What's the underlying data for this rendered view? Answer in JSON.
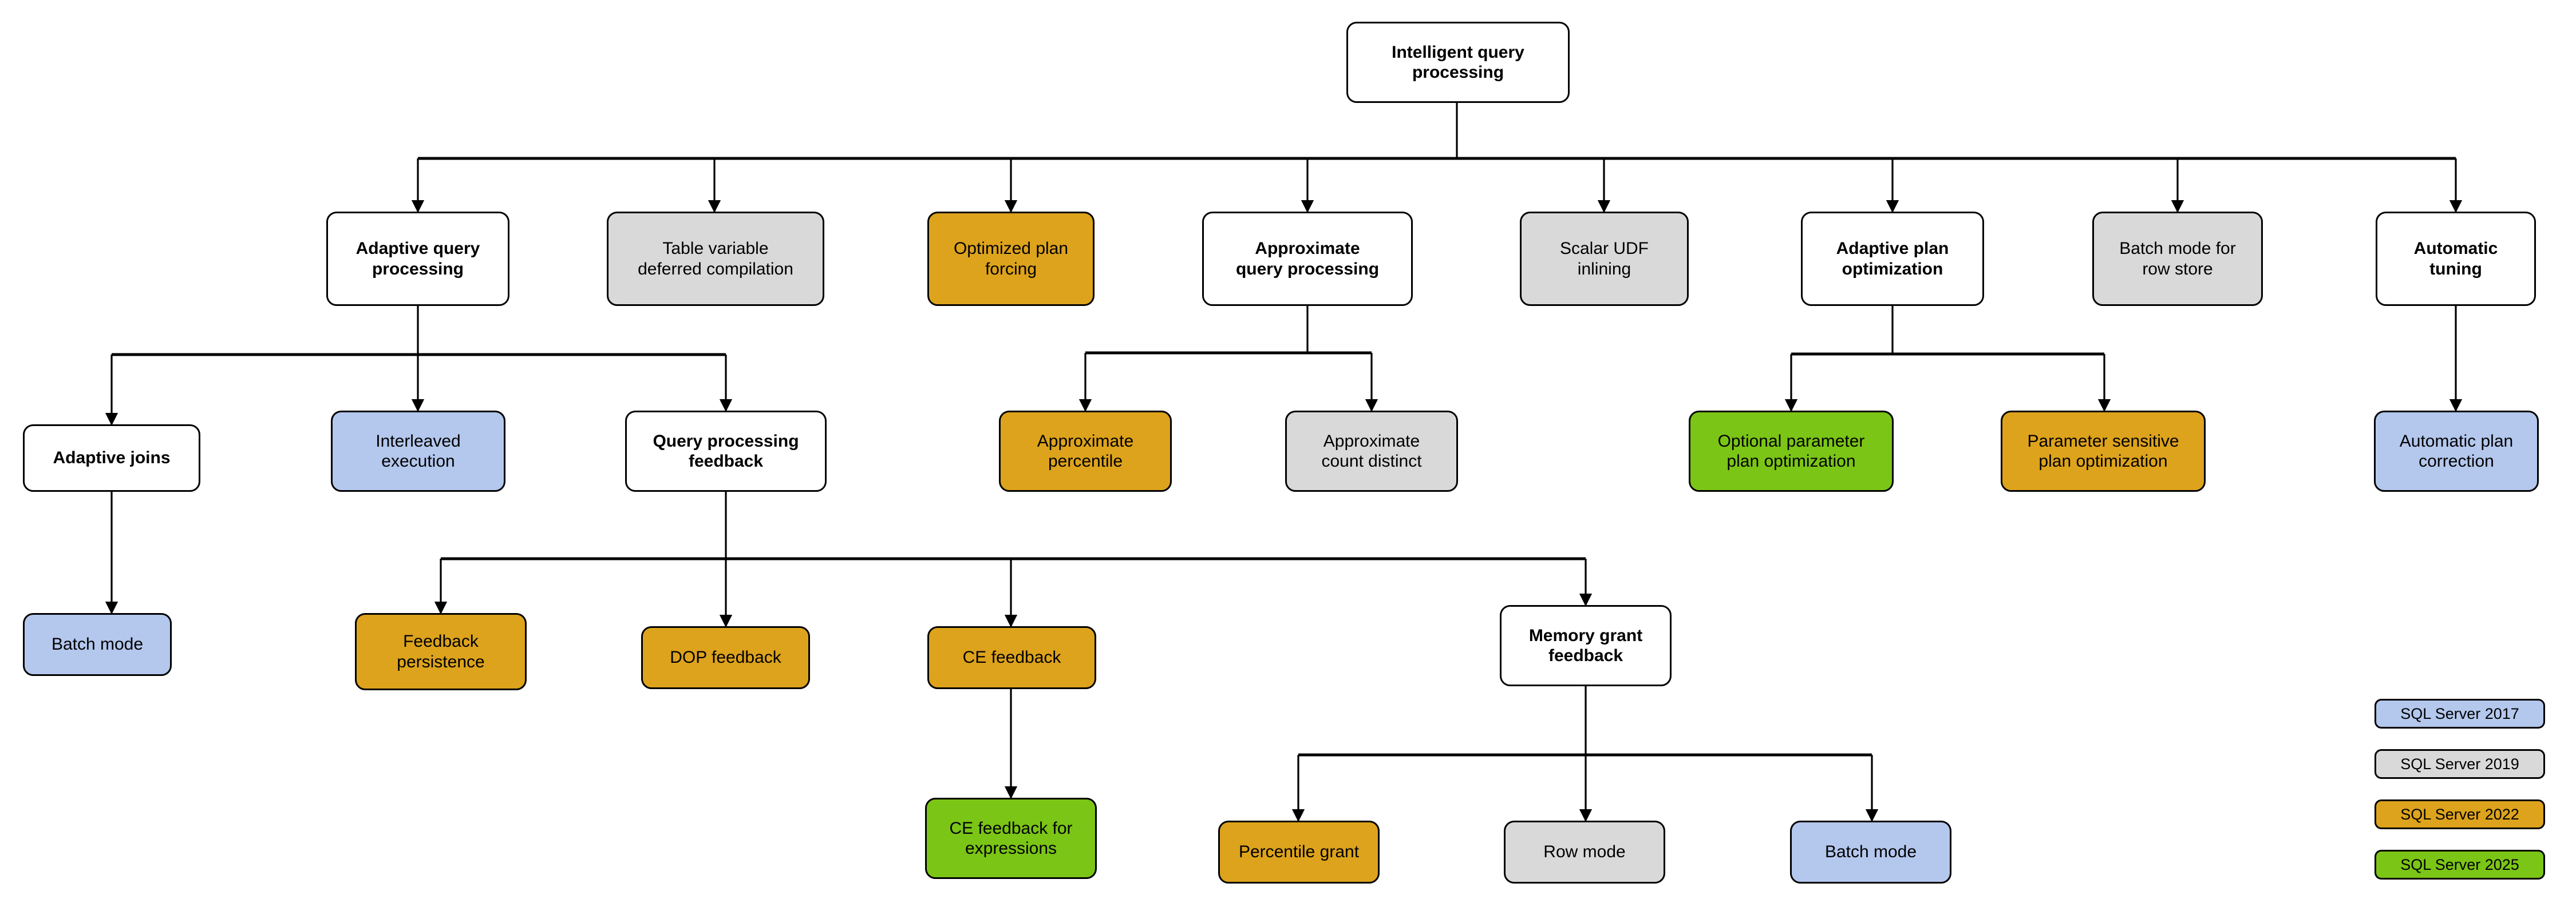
{
  "diagram": {
    "title": "Intelligent query processing",
    "colors": {
      "sql2017": "#b4c7ed",
      "sql2019": "#d9d9d9",
      "sql2022": "#dda31c",
      "sql2025": "#7bc516",
      "neutral": "#ffffff",
      "stroke": "#000000"
    }
  },
  "nodes": {
    "root": {
      "label": "Intelligent query processing",
      "version": "none"
    },
    "adaptive_query_processing": {
      "label": "Adaptive query\nprocessing",
      "version": "none"
    },
    "table_variable_deferred_compilation": {
      "label": "Table variable\ndeferred compilation",
      "version": "sql2019"
    },
    "optimized_plan_forcing": {
      "label": "Optimized plan\nforcing",
      "version": "sql2022"
    },
    "approximate_query_processing": {
      "label": "Approximate\nquery processing",
      "version": "none"
    },
    "scalar_udf_inlining": {
      "label": "Scalar UDF\ninlining",
      "version": "sql2019"
    },
    "adaptive_plan_optimization": {
      "label": "Adaptive plan\noptimization",
      "version": "none"
    },
    "batch_mode_for_row_store": {
      "label": "Batch mode for\nrow store",
      "version": "sql2019"
    },
    "automatic_tuning": {
      "label": "Automatic\ntuning",
      "version": "none"
    },
    "adaptive_joins": {
      "label": "Adaptive joins",
      "version": "none"
    },
    "interleaved_execution": {
      "label": "Interleaved\nexecution",
      "version": "sql2017"
    },
    "query_processing_feedback": {
      "label": "Query processing\nfeedback",
      "version": "none"
    },
    "approximate_percentile": {
      "label": "Approximate\npercentile",
      "version": "sql2022"
    },
    "approximate_count_distinct": {
      "label": "Approximate\ncount distinct",
      "version": "sql2019"
    },
    "optional_parameter_plan_optimization": {
      "label": "Optional parameter\nplan optimization",
      "version": "sql2025"
    },
    "parameter_sensitive_plan_optimization": {
      "label": "Parameter sensitive\nplan optimization",
      "version": "sql2022"
    },
    "automatic_plan_correction": {
      "label": "Automatic plan\ncorrection",
      "version": "sql2017"
    },
    "batch_mode_adaptive_joins": {
      "label": "Batch mode",
      "version": "sql2017"
    },
    "feedback_persistence": {
      "label": "Feedback\npersistence",
      "version": "sql2022"
    },
    "dop_feedback": {
      "label": "DOP feedback",
      "version": "sql2022"
    },
    "ce_feedback": {
      "label": "CE feedback",
      "version": "sql2022"
    },
    "memory_grant_feedback": {
      "label": "Memory grant\nfeedback",
      "version": "none"
    },
    "ce_feedback_for_expressions": {
      "label": "CE feedback for\nexpressions",
      "version": "sql2025"
    },
    "percentile_grant": {
      "label": "Percentile grant",
      "version": "sql2022"
    },
    "row_mode": {
      "label": "Row mode",
      "version": "sql2019"
    },
    "batch_mode_memory_grant": {
      "label": "Batch mode",
      "version": "sql2017"
    }
  },
  "legend": {
    "items": [
      {
        "label": "SQL Server 2017",
        "version": "sql2017",
        "color": "#b4c7ed"
      },
      {
        "label": "SQL Server 2019",
        "version": "sql2019",
        "color": "#d9d9d9"
      },
      {
        "label": "SQL Server 2022",
        "version": "sql2022",
        "color": "#dda31c"
      },
      {
        "label": "SQL Server 2025",
        "version": "sql2025",
        "color": "#7bc516"
      }
    ]
  },
  "edges": [
    {
      "from": "root",
      "to": "adaptive_query_processing"
    },
    {
      "from": "root",
      "to": "table_variable_deferred_compilation"
    },
    {
      "from": "root",
      "to": "optimized_plan_forcing"
    },
    {
      "from": "root",
      "to": "approximate_query_processing"
    },
    {
      "from": "root",
      "to": "scalar_udf_inlining"
    },
    {
      "from": "root",
      "to": "adaptive_plan_optimization"
    },
    {
      "from": "root",
      "to": "batch_mode_for_row_store"
    },
    {
      "from": "root",
      "to": "automatic_tuning"
    },
    {
      "from": "adaptive_query_processing",
      "to": "adaptive_joins"
    },
    {
      "from": "adaptive_query_processing",
      "to": "interleaved_execution"
    },
    {
      "from": "adaptive_query_processing",
      "to": "query_processing_feedback"
    },
    {
      "from": "approximate_query_processing",
      "to": "approximate_percentile"
    },
    {
      "from": "approximate_query_processing",
      "to": "approximate_count_distinct"
    },
    {
      "from": "adaptive_plan_optimization",
      "to": "optional_parameter_plan_optimization"
    },
    {
      "from": "adaptive_plan_optimization",
      "to": "parameter_sensitive_plan_optimization"
    },
    {
      "from": "automatic_tuning",
      "to": "automatic_plan_correction"
    },
    {
      "from": "adaptive_joins",
      "to": "batch_mode_adaptive_joins"
    },
    {
      "from": "query_processing_feedback",
      "to": "feedback_persistence"
    },
    {
      "from": "query_processing_feedback",
      "to": "dop_feedback"
    },
    {
      "from": "query_processing_feedback",
      "to": "ce_feedback"
    },
    {
      "from": "query_processing_feedback",
      "to": "memory_grant_feedback"
    },
    {
      "from": "ce_feedback",
      "to": "ce_feedback_for_expressions"
    },
    {
      "from": "memory_grant_feedback",
      "to": "percentile_grant"
    },
    {
      "from": "memory_grant_feedback",
      "to": "row_mode"
    },
    {
      "from": "memory_grant_feedback",
      "to": "batch_mode_memory_grant"
    }
  ]
}
